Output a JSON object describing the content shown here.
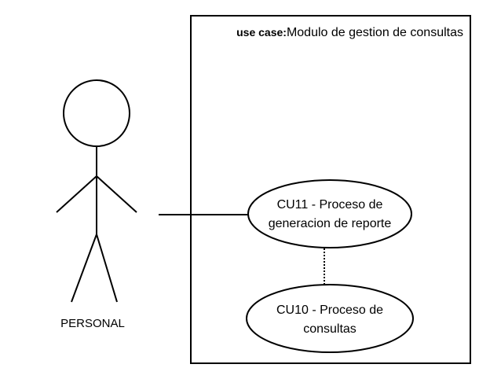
{
  "system": {
    "keyword": "use case:",
    "name": "Modulo de gestion de consultas"
  },
  "actor": {
    "label": "PERSONAL"
  },
  "use_cases": [
    {
      "line1": "CU11 - Proceso de",
      "line2": "generacion de reporte"
    },
    {
      "line1": "CU10 - Proceso de",
      "line2": "consultas"
    }
  ]
}
